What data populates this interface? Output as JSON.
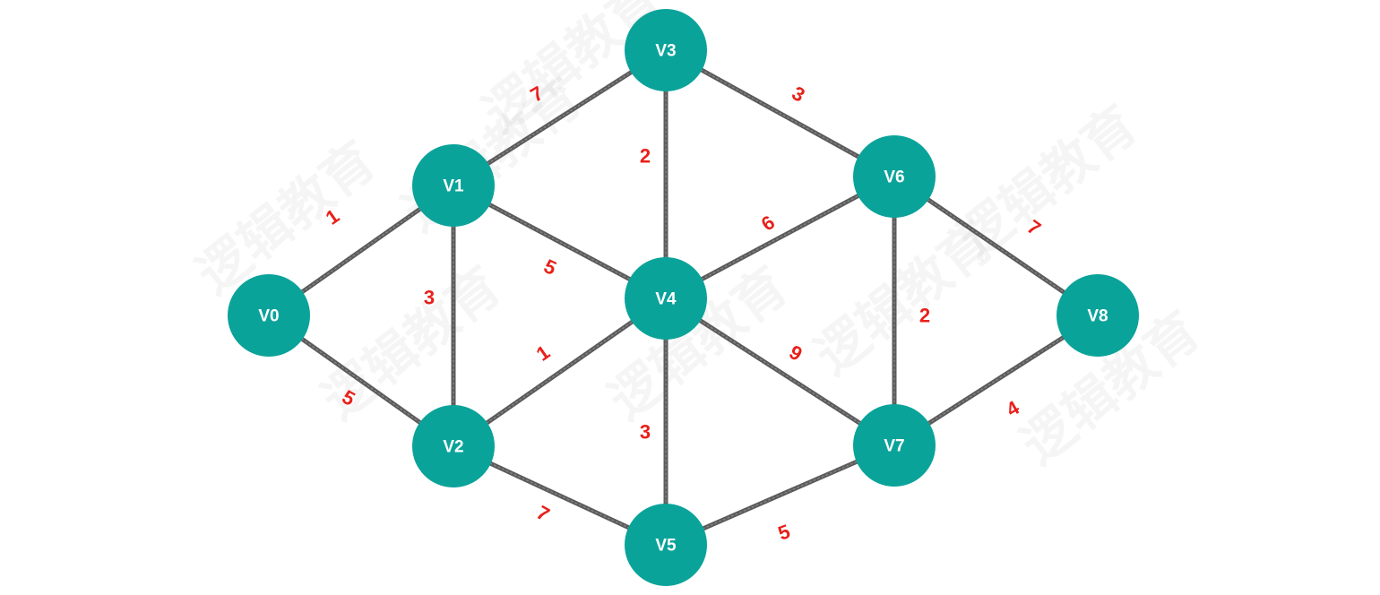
{
  "diagram": {
    "node_color": "#0aa39a",
    "node_label_color": "#ffffff",
    "edge_color": "#5b5b5b",
    "weight_color": "#e8201a",
    "watermark": "逻辑教育",
    "nodes": [
      {
        "id": "V0",
        "label": "V0"
      },
      {
        "id": "V1",
        "label": "V1"
      },
      {
        "id": "V2",
        "label": "V2"
      },
      {
        "id": "V3",
        "label": "V3"
      },
      {
        "id": "V4",
        "label": "V4"
      },
      {
        "id": "V5",
        "label": "V5"
      },
      {
        "id": "V6",
        "label": "V6"
      },
      {
        "id": "V7",
        "label": "V7"
      },
      {
        "id": "V8",
        "label": "V8"
      }
    ],
    "edges": [
      {
        "from": "V0",
        "to": "V1",
        "weight": "1"
      },
      {
        "from": "V0",
        "to": "V2",
        "weight": "5"
      },
      {
        "from": "V1",
        "to": "V3",
        "weight": "7"
      },
      {
        "from": "V1",
        "to": "V2",
        "weight": "3"
      },
      {
        "from": "V1",
        "to": "V4",
        "weight": "5"
      },
      {
        "from": "V3",
        "to": "V4",
        "weight": "2"
      },
      {
        "from": "V3",
        "to": "V6",
        "weight": "3"
      },
      {
        "from": "V2",
        "to": "V4",
        "weight": "1"
      },
      {
        "from": "V2",
        "to": "V5",
        "weight": "7"
      },
      {
        "from": "V4",
        "to": "V5",
        "weight": "3"
      },
      {
        "from": "V4",
        "to": "V6",
        "weight": "6"
      },
      {
        "from": "V4",
        "to": "V7",
        "weight": "9"
      },
      {
        "from": "V6",
        "to": "V7",
        "weight": "2"
      },
      {
        "from": "V6",
        "to": "V8",
        "weight": "7"
      },
      {
        "from": "V7",
        "to": "V8",
        "weight": "4"
      },
      {
        "from": "V5",
        "to": "V7",
        "weight": "5"
      }
    ]
  }
}
